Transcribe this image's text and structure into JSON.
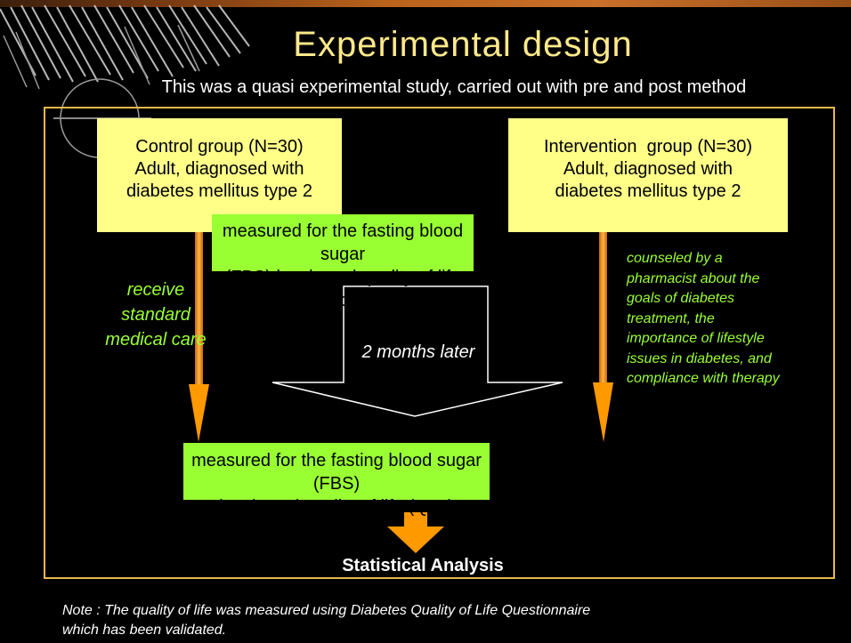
{
  "slide": {
    "title": "Experimental design",
    "subtitle": "This was a quasi experimental study, carried out with pre and post method"
  },
  "control_group": {
    "lines": [
      "Control group (N=30)",
      "Adult, diagnosed with",
      "diabetes mellitus type 2"
    ],
    "treatment": [
      "receive",
      "standard",
      "medical care"
    ]
  },
  "intervention_group": {
    "lines": [
      "Intervention  group (N=30)",
      "Adult, diagnosed with",
      "diabetes mellitus type 2"
    ],
    "treatment": [
      "counseled by a",
      "pharmacist about the",
      "goals of diabetes",
      "treatment, the",
      "importance of lifestyle",
      "issues in diabetes, and",
      "compliance with therapy"
    ]
  },
  "pre_measurement": {
    "lines": [
      "measured for the fasting blood sugar",
      "(FBS) levels and quality of life (QoL)"
    ]
  },
  "time_label": "2 months later",
  "post_measurement": {
    "lines": [
      "measured for the fasting blood sugar (FBS)",
      "levels and quality of life (QoL)"
    ]
  },
  "analysis_label": "Statistical Analysis",
  "note": {
    "lines": [
      "Note : The quality of life was measured using Diabetes Quality of Life Questionnaire",
      "which has been validated."
    ]
  },
  "colors": {
    "background": "#000000",
    "title": "#ffe98a",
    "group_box": "#ffff88",
    "measure_box": "#99ff33",
    "treatment_text": "#99ff33",
    "arrow": "#ff9900",
    "frame": "#e8b84a"
  }
}
